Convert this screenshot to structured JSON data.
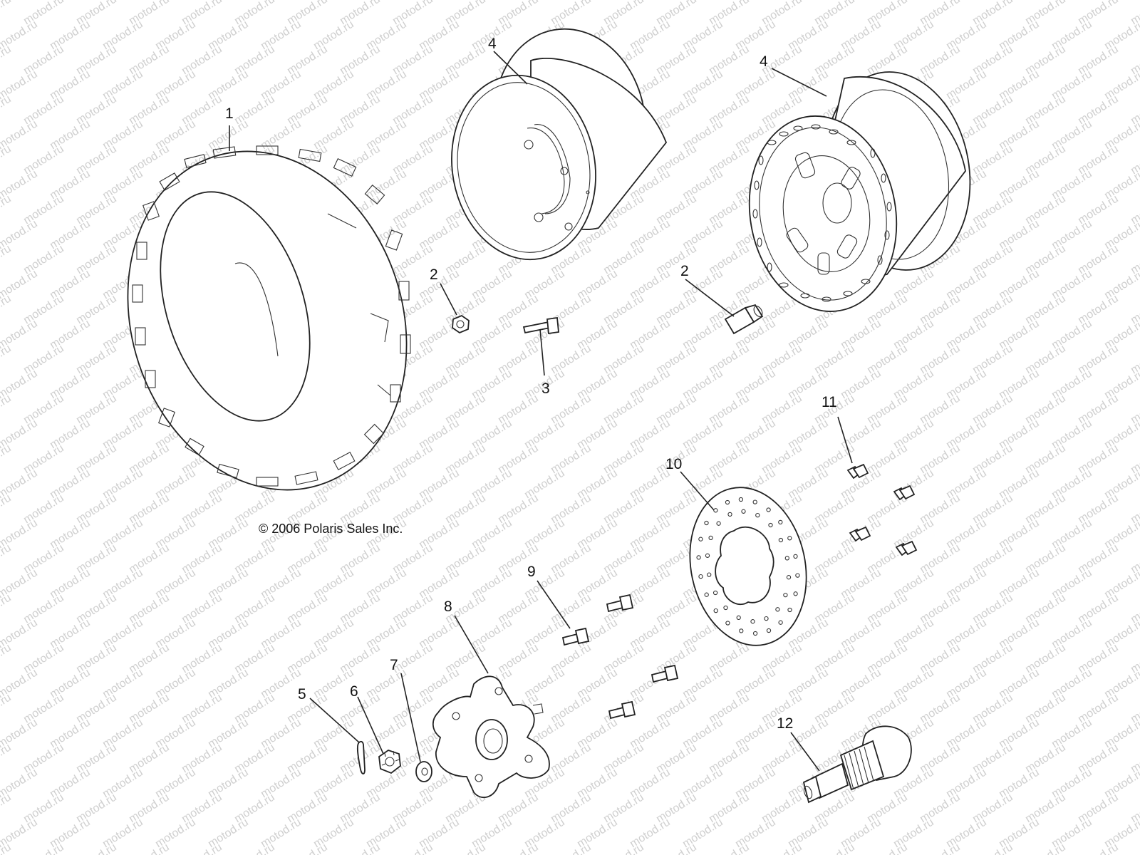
{
  "watermark": {
    "text": "motod.ru",
    "color": "#cfcfcf"
  },
  "copyright": "© 2006 Polaris Sales Inc.",
  "callouts": [
    "1",
    "2",
    "2",
    "3",
    "4",
    "4",
    "5",
    "6",
    "7",
    "8",
    "9",
    "10",
    "11",
    "12"
  ],
  "parts": [
    {
      "name": "tire-icon"
    },
    {
      "name": "nut-icon"
    },
    {
      "name": "lug-nut-icon"
    },
    {
      "name": "valve-stem-icon"
    },
    {
      "name": "steel-wheel-icon"
    },
    {
      "name": "cast-wheel-icon"
    },
    {
      "name": "cotter-pin-icon"
    },
    {
      "name": "castle-nut-icon"
    },
    {
      "name": "washer-icon"
    },
    {
      "name": "hub-icon"
    },
    {
      "name": "wheel-stud-icon"
    },
    {
      "name": "brake-disc-icon"
    },
    {
      "name": "bolt-icon"
    },
    {
      "name": "spindle-shaft-icon"
    }
  ]
}
